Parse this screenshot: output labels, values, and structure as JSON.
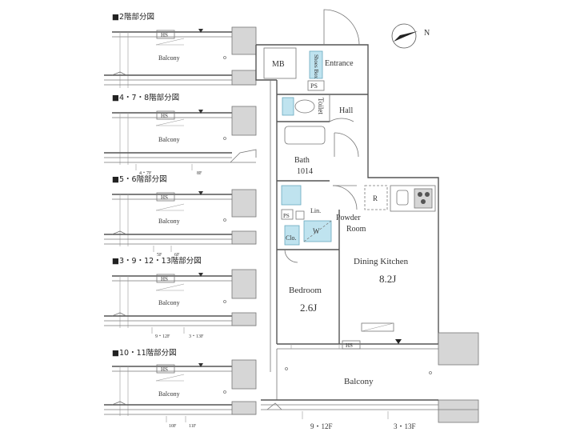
{
  "sections": [
    {
      "title": "■2階部分図",
      "balcony": "Balcony",
      "hs": "HS",
      "floor_marks": []
    },
    {
      "title": "■4・7・8階部分図",
      "balcony": "Balcony",
      "hs": "HS",
      "floor_marks": [
        "4・7F",
        "8F"
      ]
    },
    {
      "title": "■5・6階部分図",
      "balcony": "Balcony",
      "hs": "HS",
      "floor_marks": [
        "5F",
        "6F"
      ]
    },
    {
      "title": "■3・9・12・13階部分図",
      "balcony": "Balcony",
      "hs": "HS",
      "floor_marks": [
        "9・12F",
        "3・13F"
      ]
    },
    {
      "title": "■10・11階部分図",
      "balcony": "Balcony",
      "hs": "HS",
      "floor_marks": [
        "10F",
        "11F"
      ]
    }
  ],
  "main_plan": {
    "compass": "N",
    "rooms": {
      "mb": "MB",
      "shoes_box": "Shoes Box",
      "entrance": "Entrance",
      "ps_top": "PS",
      "toilet": "Toilet",
      "hall": "Hall",
      "bath": "Bath",
      "bath_size": "1014",
      "refrigerator": "R",
      "ps_mid": "PS",
      "linen": "Lin.",
      "powder_room": "Powder",
      "powder_room_2": "Room",
      "washer": "W",
      "closet": "Clo.",
      "dining_kitchen": "Dining Kitchen",
      "dining_kitchen_size": "8.2J",
      "bedroom": "Bedroom",
      "bedroom_size": "2.6J",
      "hs": "HS",
      "balcony": "Balcony"
    },
    "floor_marks": [
      "9・12F",
      "3・13F"
    ]
  }
}
